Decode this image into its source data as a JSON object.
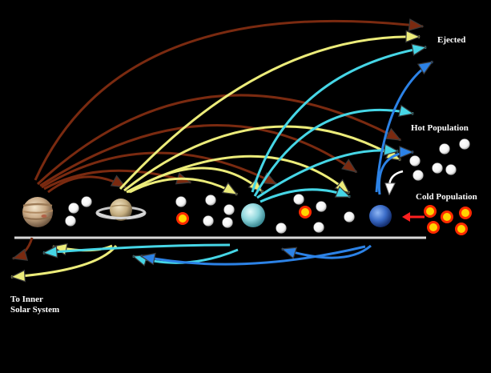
{
  "labels": {
    "ejected": "Ejected",
    "hot_population": "Hot Population",
    "cold_population": "Cold Population",
    "inner_line1": "To Inner",
    "inner_line2": "Solar System"
  },
  "planets": [
    {
      "name": "Jupiter"
    },
    {
      "name": "Saturn"
    },
    {
      "name": "Uranus"
    },
    {
      "name": "Neptune"
    }
  ],
  "colors": {
    "background": "#000000",
    "jupiter_paths": "#7a2a10",
    "saturn_paths": "#ecec7a",
    "uranus_paths": "#46d6e6",
    "neptune_paths": "#2c82e6",
    "white_objects": "#ffffff",
    "cold_objects_fill": "#ffd400",
    "cold_objects_ring": "#ff2a00",
    "baseline": "#d8d8d8",
    "inward_arrow": "#ff2020"
  }
}
